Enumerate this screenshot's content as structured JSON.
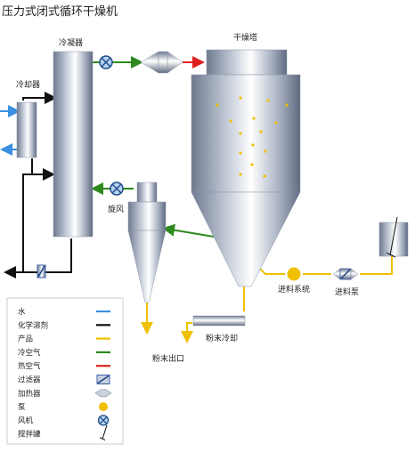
{
  "title": "压力式闭式循环干燥机",
  "labels": {
    "condenser": "冷凝器",
    "cooler": "冷却器",
    "dryer_tower": "干燥塔",
    "cyclone": "旋风",
    "powder_outlet": "粉末出口",
    "powder_cooling": "粉末冷却",
    "feed_system": "进料系统",
    "feed_pump": "进料泵"
  },
  "legend": [
    {
      "label": "水",
      "kind": "line",
      "color": "#3a8fe0"
    },
    {
      "label": "化学溶剂",
      "kind": "line",
      "color": "#111111"
    },
    {
      "label": "产品",
      "kind": "line",
      "color": "#f0c000"
    },
    {
      "label": "冷空气",
      "kind": "line",
      "color": "#2e8a1e"
    },
    {
      "label": "热空气",
      "kind": "line",
      "color": "#e02020"
    },
    {
      "label": "过滤器",
      "kind": "filter-icon"
    },
    {
      "label": "加热器",
      "kind": "heater-icon"
    },
    {
      "label": "泵",
      "kind": "pump-icon"
    },
    {
      "label": "风机",
      "kind": "fan-icon"
    },
    {
      "label": "搅拌罐",
      "kind": "mixer-icon"
    }
  ],
  "colors": {
    "water": "#3a8fe0",
    "solvent": "#111111",
    "product": "#f0c000",
    "cold_air": "#2e8a1e",
    "hot_air": "#e02020"
  }
}
